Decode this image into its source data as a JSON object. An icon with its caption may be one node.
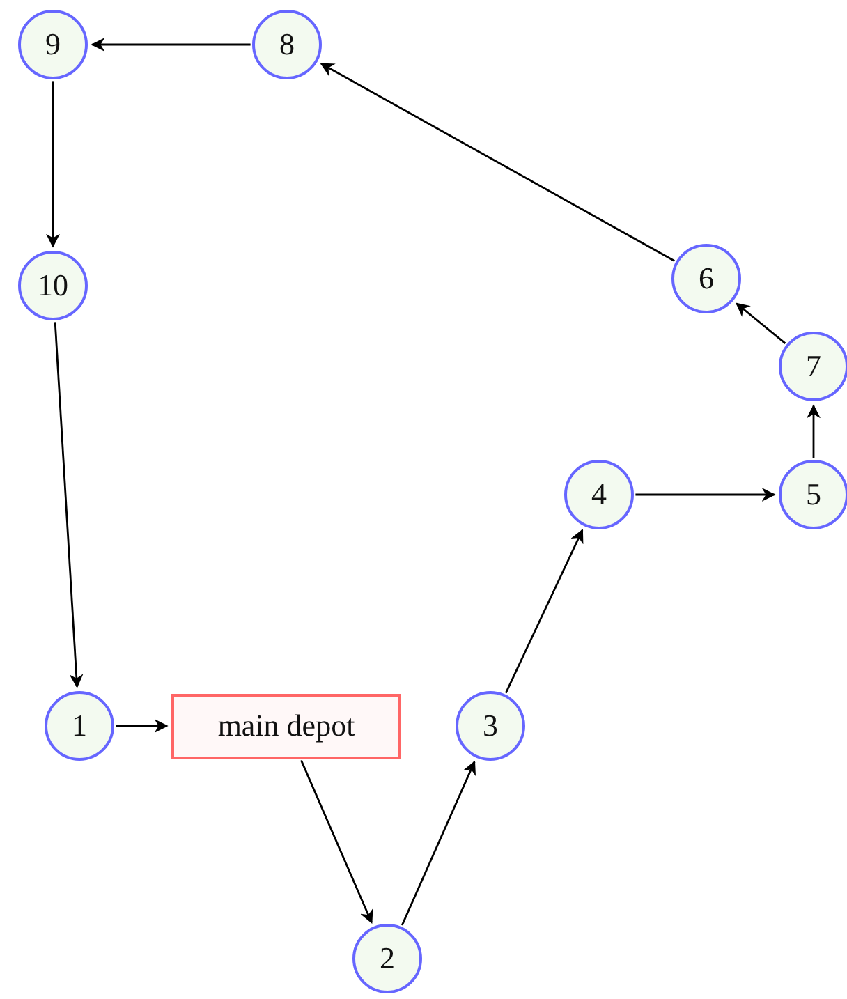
{
  "diagram": {
    "nodes": [
      {
        "text": [
          "9"
        ]
      },
      {
        "text": [
          "8"
        ]
      },
      {
        "text": [
          "10"
        ]
      },
      {
        "text": [
          "6"
        ]
      },
      {
        "text": [
          "7"
        ]
      },
      {
        "text": [
          "4"
        ]
      },
      {
        "text": [
          "5"
        ]
      },
      {
        "text": [
          "1"
        ]
      },
      {
        "text": [
          "main depot"
        ]
      },
      {
        "text": [
          "3"
        ]
      },
      {
        "text": [
          "2"
        ]
      }
    ],
    "edges": [
      {
        "from": 8,
        "to": 10,
        "arrow": "to"
      },
      {
        "from": 10,
        "to": 9,
        "arrow": "to"
      },
      {
        "from": 9,
        "to": 5,
        "arrow": "to"
      },
      {
        "from": 5,
        "to": 6,
        "arrow": "to"
      },
      {
        "from": 6,
        "to": 4,
        "arrow": "to"
      },
      {
        "from": 4,
        "to": 3,
        "arrow": "to"
      },
      {
        "from": 3,
        "to": 1,
        "arrow": "to"
      },
      {
        "from": 1,
        "to": 0,
        "arrow": "to"
      },
      {
        "from": 0,
        "to": 2,
        "arrow": "to"
      },
      {
        "from": 2,
        "to": 7,
        "arrow": "to"
      },
      {
        "from": 7,
        "to": 8,
        "arrow": "to"
      }
    ]
  }
}
